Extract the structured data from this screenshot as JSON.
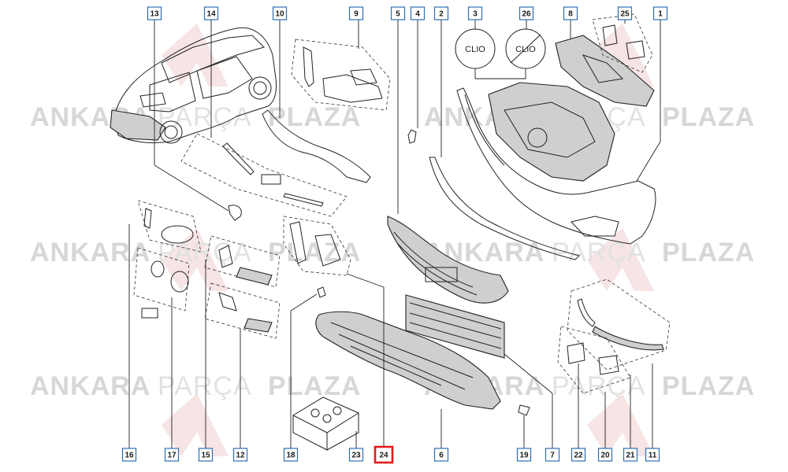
{
  "watermark": {
    "word_bold_1": "ANKARA",
    "word_light": "PARÇA",
    "word_bold_2": "PLAZA"
  },
  "variant_labels": {
    "clio_included": "CLIO",
    "clio_excluded": "CLIO"
  },
  "callouts": [
    {
      "id": "c13",
      "label": "13",
      "highlighted": false
    },
    {
      "id": "c14",
      "label": "14",
      "highlighted": false
    },
    {
      "id": "c10",
      "label": "10",
      "highlighted": false
    },
    {
      "id": "c9",
      "label": "9",
      "highlighted": false
    },
    {
      "id": "c5",
      "label": "5",
      "highlighted": false
    },
    {
      "id": "c4",
      "label": "4",
      "highlighted": false
    },
    {
      "id": "c2",
      "label": "2",
      "highlighted": false
    },
    {
      "id": "c3",
      "label": "3",
      "highlighted": false
    },
    {
      "id": "c26",
      "label": "26",
      "highlighted": false
    },
    {
      "id": "c8",
      "label": "8",
      "highlighted": false
    },
    {
      "id": "c25",
      "label": "25",
      "highlighted": false
    },
    {
      "id": "c1",
      "label": "1",
      "highlighted": false
    },
    {
      "id": "c16",
      "label": "16",
      "highlighted": false
    },
    {
      "id": "c17",
      "label": "17",
      "highlighted": false
    },
    {
      "id": "c15",
      "label": "15",
      "highlighted": false
    },
    {
      "id": "c12",
      "label": "12",
      "highlighted": false
    },
    {
      "id": "c18",
      "label": "18",
      "highlighted": false
    },
    {
      "id": "c23",
      "label": "23",
      "highlighted": false
    },
    {
      "id": "c24",
      "label": "24",
      "highlighted": true
    },
    {
      "id": "c6",
      "label": "6",
      "highlighted": false
    },
    {
      "id": "c19",
      "label": "19",
      "highlighted": false
    },
    {
      "id": "c7",
      "label": "7",
      "highlighted": false
    },
    {
      "id": "c22",
      "label": "22",
      "highlighted": false
    },
    {
      "id": "c20",
      "label": "20",
      "highlighted": false
    },
    {
      "id": "c21",
      "label": "21",
      "highlighted": false
    },
    {
      "id": "c11",
      "label": "11",
      "highlighted": false
    }
  ],
  "colors": {
    "callout_border": "#2f6fb3",
    "highlight_border": "#e21b1b",
    "watermark": "#d7d7d7"
  }
}
